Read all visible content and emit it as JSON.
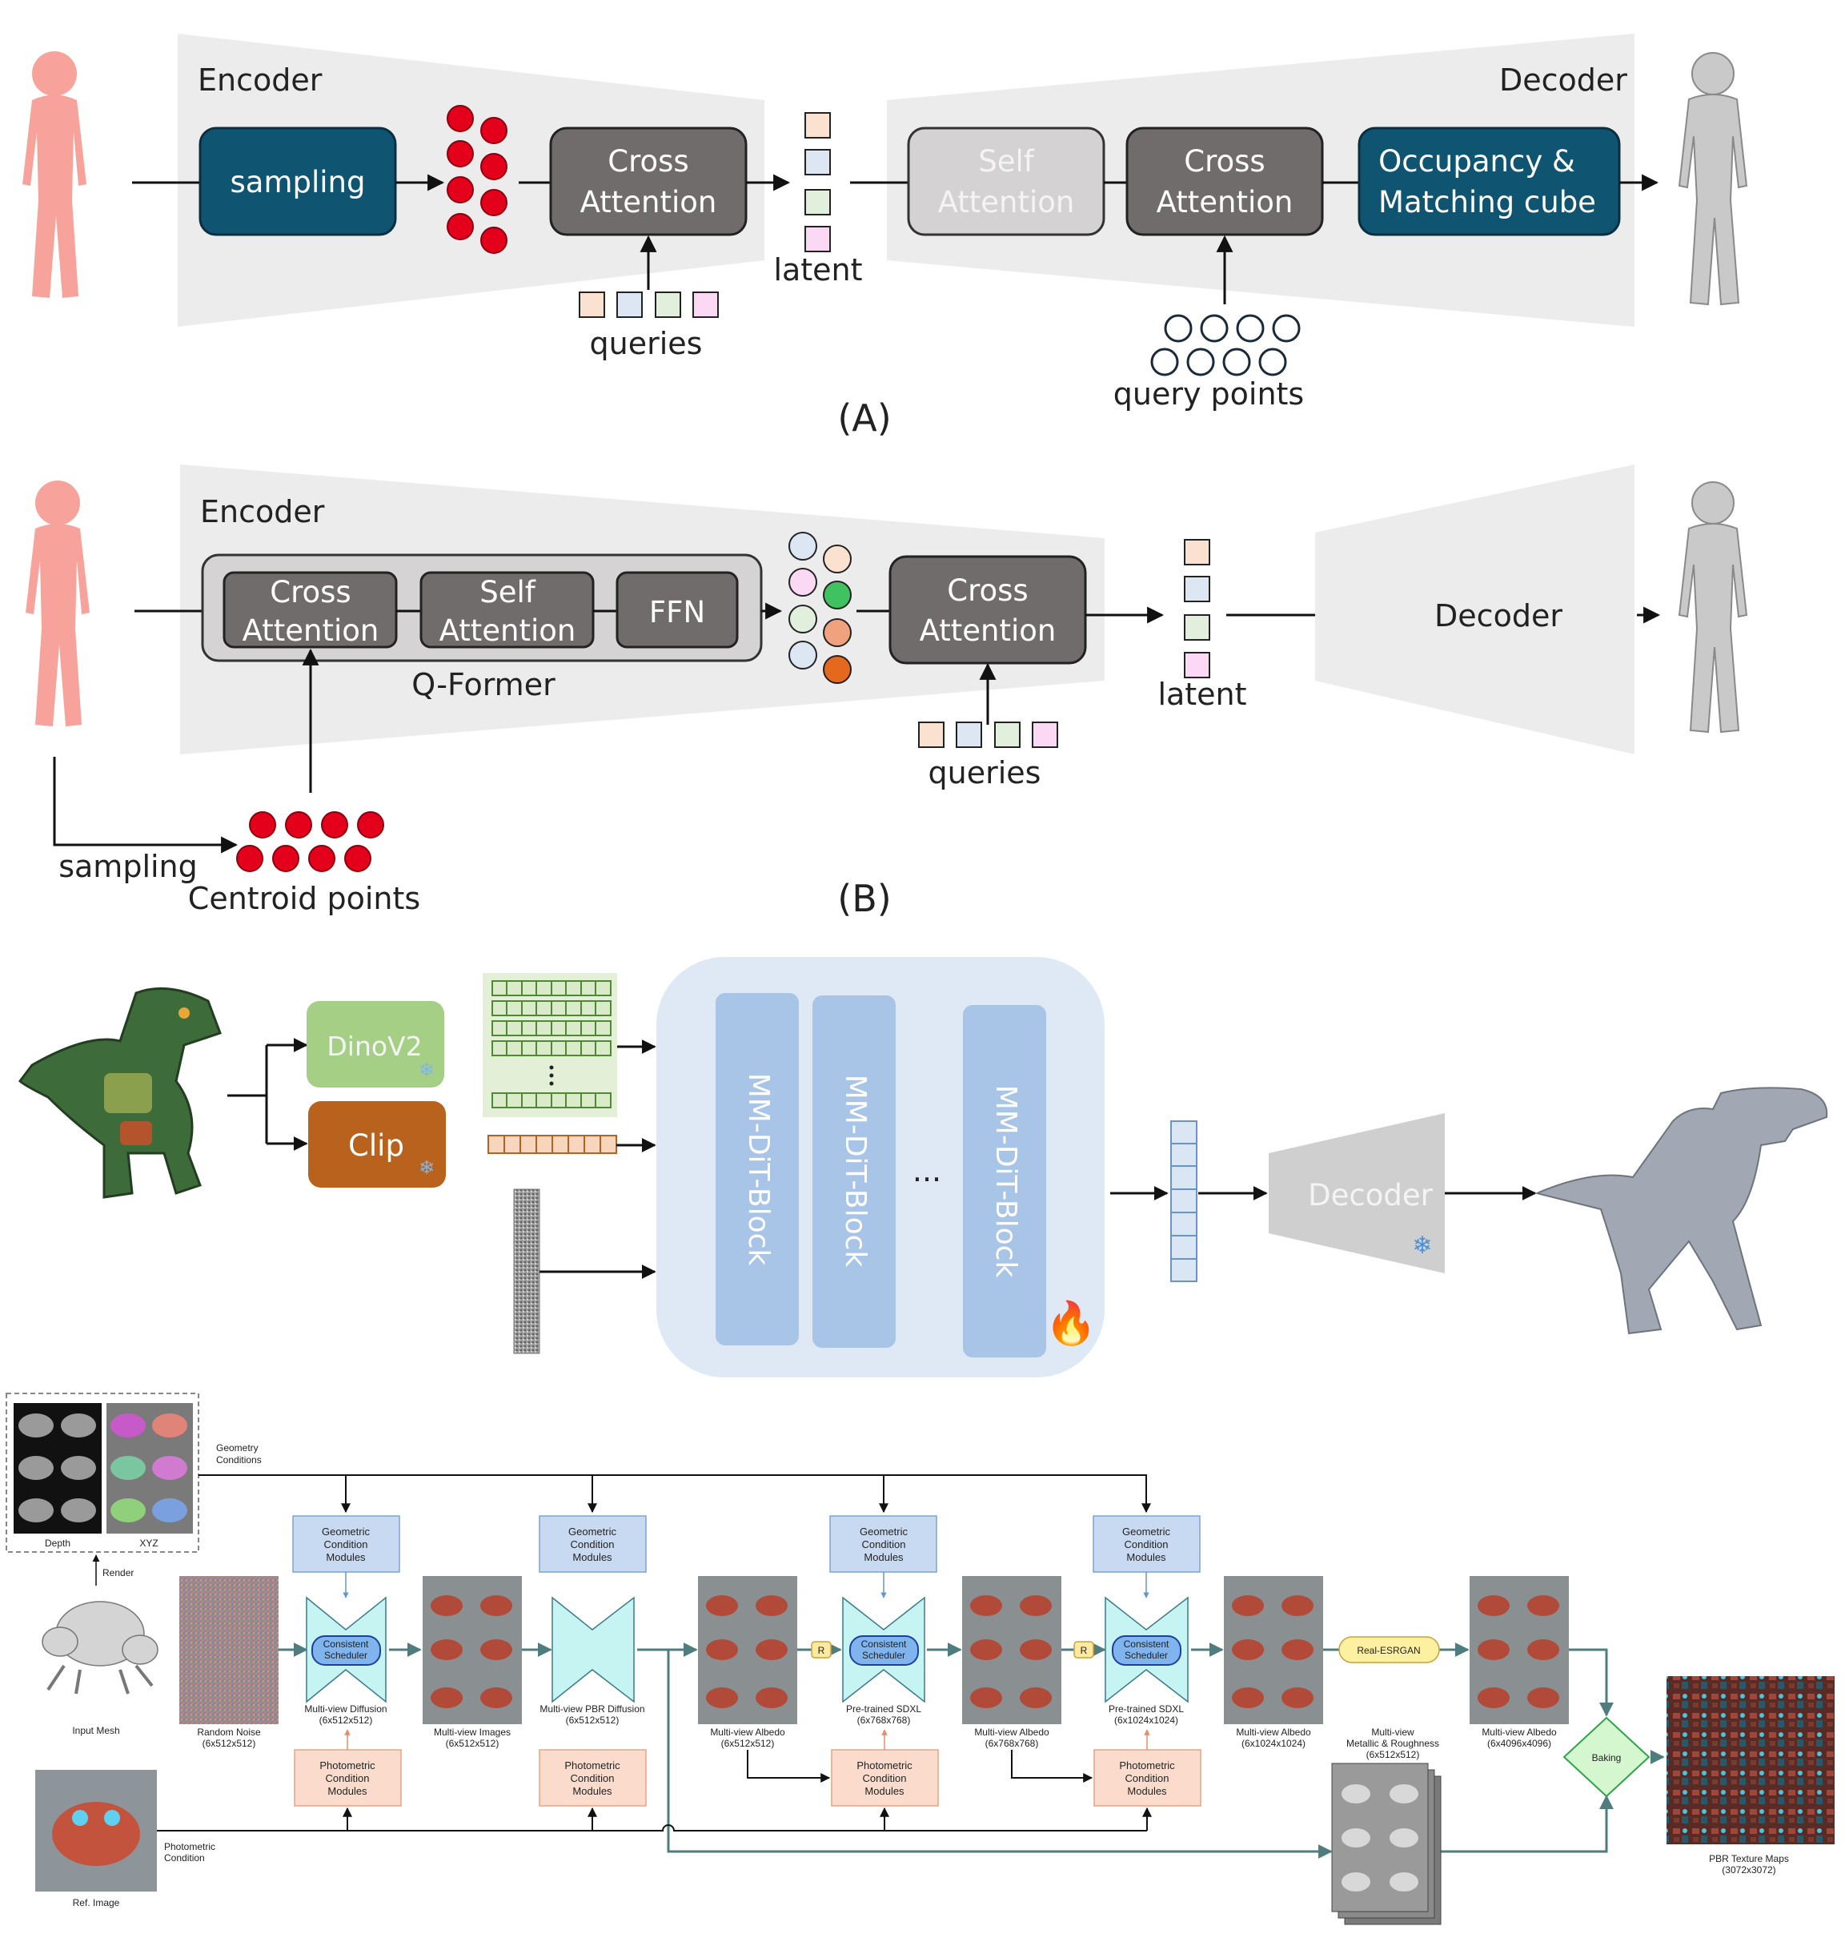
{
  "panel_a": {
    "encoder_label": "Encoder",
    "decoder_label": "Decoder",
    "sampling": "sampling",
    "cross_attention_enc": [
      "Cross",
      "Attention"
    ],
    "latent": "latent",
    "queries": "queries",
    "self_attention": [
      "Self",
      "Attention"
    ],
    "cross_attention_dec": [
      "Cross",
      "Attention"
    ],
    "occupancy": [
      "Occupancy &",
      "Matching cube"
    ],
    "query_points": "query points",
    "caption": "(A)"
  },
  "panel_b": {
    "encoder_label": "Encoder",
    "cross_attention": [
      "Cross",
      "Attention"
    ],
    "self_attention": [
      "Self",
      "Attention"
    ],
    "ffn": "FFN",
    "qformer": "Q-Former",
    "cross_attention2": [
      "Cross",
      "Attention"
    ],
    "latent": "latent",
    "queries": "queries",
    "decoder": "Decoder",
    "sampling": "sampling",
    "centroid": "Centroid points",
    "caption": "(B)"
  },
  "panel_c": {
    "dinov2": "DinoV2",
    "clip": "Clip",
    "dit_block": "MM-DiT-Block",
    "ellipsis": "...",
    "decoder": "Decoder"
  },
  "panel_d": {
    "depth": "Depth",
    "xyz": "XYZ",
    "render": "Render",
    "input_mesh": "Input Mesh",
    "geometry_conditions": [
      "Geometry",
      "Conditions"
    ],
    "photometric_condition": [
      "Photometric",
      "Condition"
    ],
    "ref_image": "Ref. Image",
    "geo_module": [
      "Geometric",
      "Condition",
      "Modules"
    ],
    "photo_module": [
      "Photometric",
      "Condition",
      "Modules"
    ],
    "scheduler": [
      "Consistent",
      "Scheduler"
    ],
    "random_noise": [
      "Random Noise",
      "(6x512x512)"
    ],
    "mv_diffusion": [
      "Multi-view Diffusion",
      "(6x512x512)"
    ],
    "mv_images": [
      "Multi-view Images",
      "(6x512x512)"
    ],
    "mv_pbr": [
      "Multi-view PBR Diffusion",
      "(6x512x512)"
    ],
    "mv_albedo1": [
      "Multi-view Albedo",
      "(6x512x512)"
    ],
    "sdxl1": [
      "Pre-trained SDXL",
      "(6x768x768)"
    ],
    "mv_albedo2": [
      "Multi-view Albedo",
      "(6x768x768)"
    ],
    "sdxl2": [
      "Pre-trained SDXL",
      "(6x1024x1024)"
    ],
    "mv_albedo3": [
      "Multi-view Albedo",
      "(6x1024x1024)"
    ],
    "real_esrgan": "Real-ESRGAN",
    "mv_albedo4": [
      "Multi-view Albedo",
      "(6x4096x4096)"
    ],
    "metallic": [
      "Multi-view",
      "Metallic & Roughness",
      "(6x512x512)"
    ],
    "baking": "Baking",
    "pbr_maps": [
      "PBR Texture Maps",
      "(3072x3072)"
    ],
    "r": "R"
  },
  "colors": {
    "dark_teal": "#0f5572",
    "gray_block": "#706c6b",
    "light_block": "#d4d2d2",
    "red_points": "#e4001b",
    "trap_gray": "#ececec"
  }
}
